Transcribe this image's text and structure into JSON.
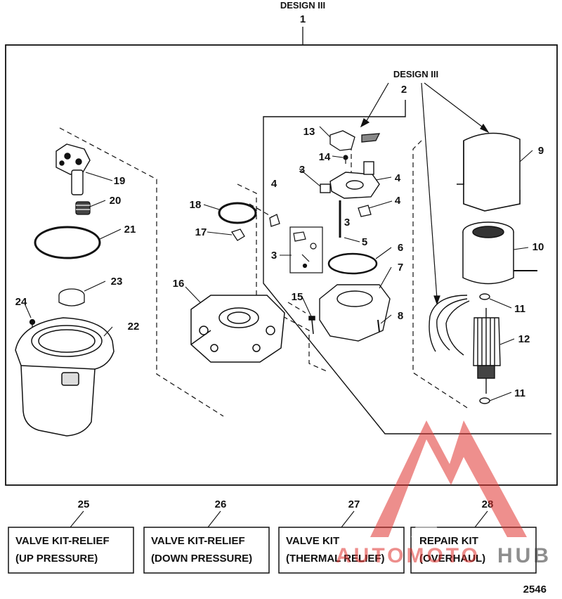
{
  "top": {
    "design_label": "DESIGN III",
    "number": "1"
  },
  "sub": {
    "design_label": "DESIGN III",
    "number": "2"
  },
  "callouts": [
    "3",
    "3",
    "3",
    "4",
    "4",
    "4",
    "5",
    "6",
    "7",
    "8",
    "9",
    "10",
    "11",
    "11",
    "12",
    "13",
    "14",
    "15",
    "16",
    "17",
    "18",
    "19",
    "20",
    "21",
    "22",
    "23",
    "24"
  ],
  "kits": [
    {
      "number": "25",
      "line1": "VALVE KIT-RELIEF",
      "line2": "(UP PRESSURE)"
    },
    {
      "number": "26",
      "line1": "VALVE KIT-RELIEF",
      "line2": "(DOWN PRESSURE)"
    },
    {
      "number": "27",
      "line1": "VALVE KIT",
      "line2": "(THERMAL RELIEF)"
    },
    {
      "number": "28",
      "line1": "REPAIR KIT",
      "line2": "(OVERHAUL)"
    }
  ],
  "figure_number": "2546",
  "watermark": {
    "brand_left": "AUTOMOTO",
    "brand_right": "HUB",
    "color": "#e0332f"
  }
}
